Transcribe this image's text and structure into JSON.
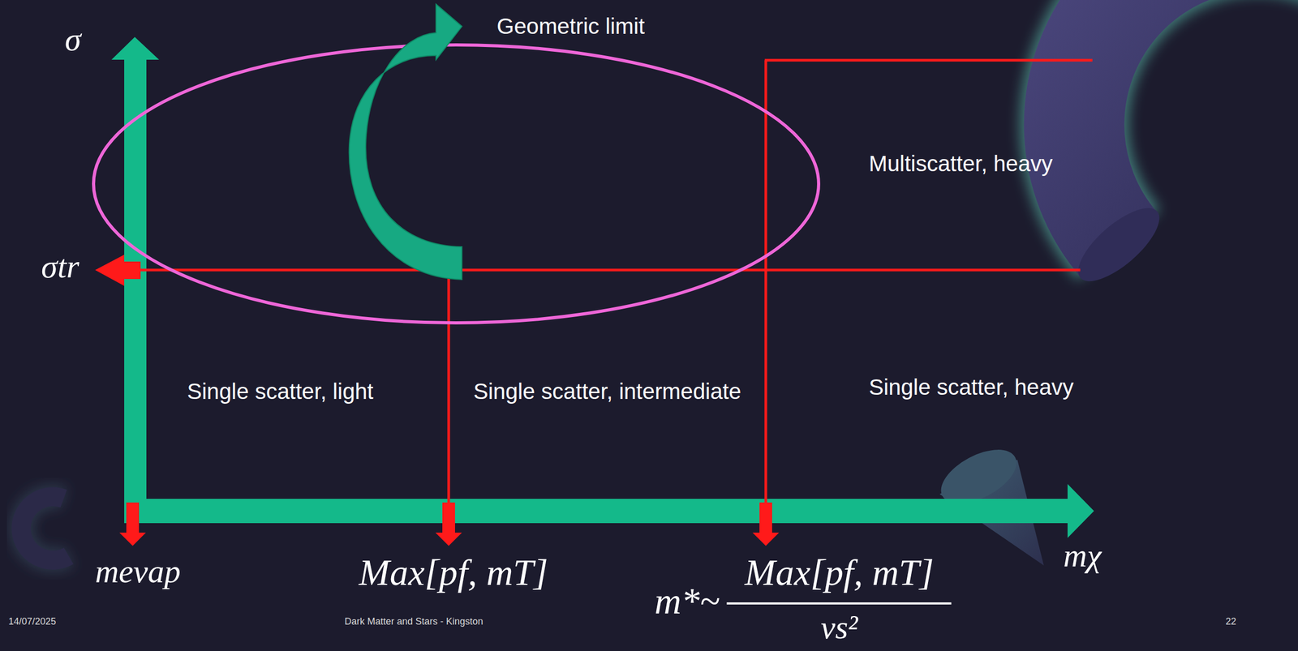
{
  "diagram": {
    "labels": [
      "σ",
      "Geometric limit",
      "Multiscatter, heavy",
      "σtr",
      "Single scatter, light",
      "Single scatter, intermediate",
      "Single scatter, heavy",
      "mevap",
      "Max[pf, mT]",
      "mχ",
      "m*~",
      "Max[pf, mT]",
      "vs²",
      "14/07/2025",
      "Dark Matter and Stars - Kingston",
      "22"
    ]
  }
}
